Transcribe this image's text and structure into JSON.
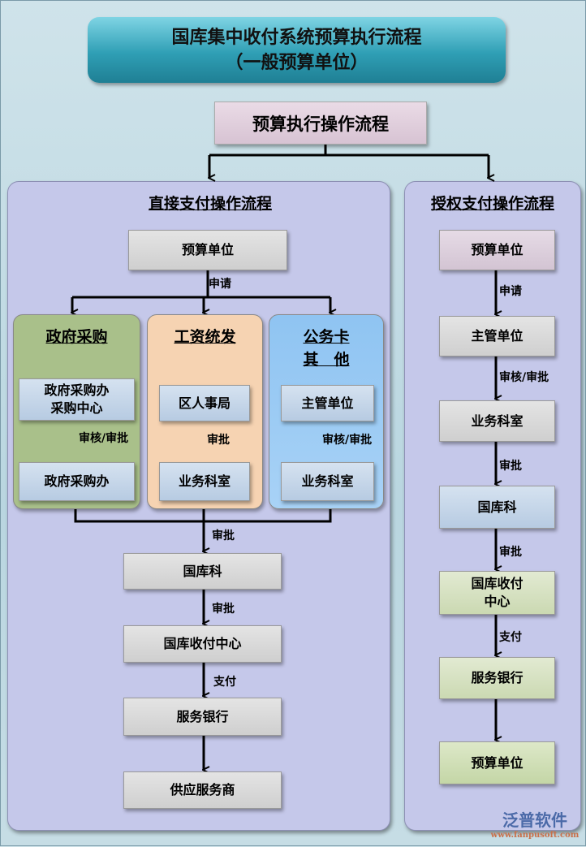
{
  "title": {
    "line1": "国库集中收付系统预算执行流程",
    "line2": "（一般预算单位）"
  },
  "root": "预算执行操作流程",
  "direct": {
    "title": "直接支付操作流程",
    "start": "预算单位",
    "start_edge": "申请",
    "groups": [
      {
        "title": "政府采购",
        "top": "政府采购办\n采购中心",
        "edge": "审核/审批",
        "bottom": "政府采购办",
        "color": "#a9c08a"
      },
      {
        "title": "工资统发",
        "top": "区人事局",
        "edge": "审批",
        "bottom": "业务科室",
        "color": "#f6d3b2"
      },
      {
        "title1": "公务卡",
        "title2": "其　他",
        "top": "主管单位",
        "edge": "审核/审批",
        "bottom": "业务科室",
        "color": "#8fc4f2"
      }
    ],
    "merge_edge": "审批",
    "chain": [
      {
        "label": "国库科",
        "edge": "审批"
      },
      {
        "label": "国库收付中心",
        "edge": "支付"
      },
      {
        "label": "服务银行",
        "edge": ""
      },
      {
        "label": "供应服务商"
      }
    ]
  },
  "authorized": {
    "title": "授权支付操作流程",
    "steps": [
      {
        "label": "预算单位",
        "edge": "申请"
      },
      {
        "label": "主管单位",
        "edge": "审核/审批"
      },
      {
        "label": "业务科室",
        "edge": "审批"
      },
      {
        "label": "国库科",
        "edge": "审批"
      },
      {
        "label": "国库收付\n中心",
        "edge": "支付"
      },
      {
        "label": "服务银行",
        "edge": ""
      },
      {
        "label": "预算单位"
      }
    ]
  },
  "logo": {
    "name": "泛普软件",
    "url": "www.fanpusoft.com"
  }
}
